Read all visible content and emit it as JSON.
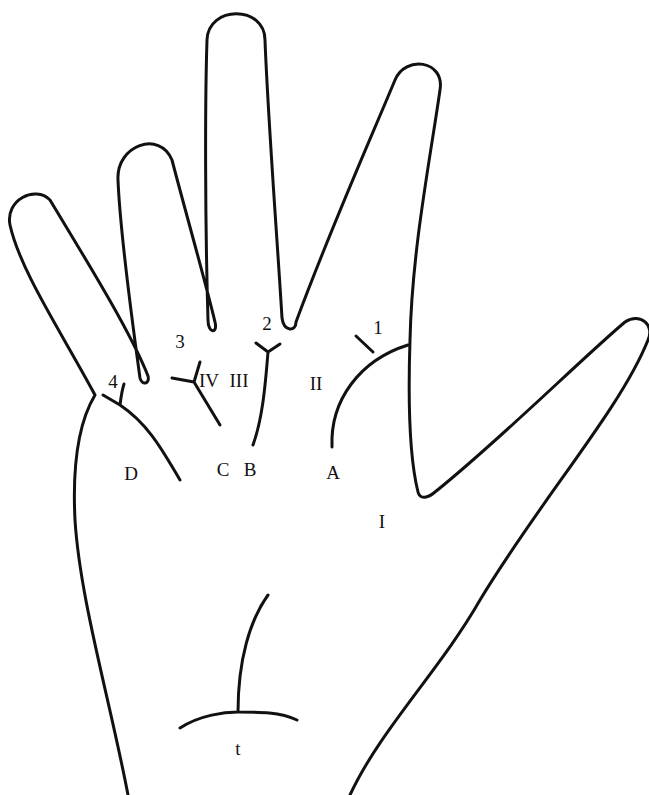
{
  "diagram": {
    "labels": [
      "2",
      "1",
      "3",
      "4",
      "IV",
      "III",
      "II",
      "D",
      "C",
      "B",
      "A",
      "I",
      "t"
    ]
  }
}
